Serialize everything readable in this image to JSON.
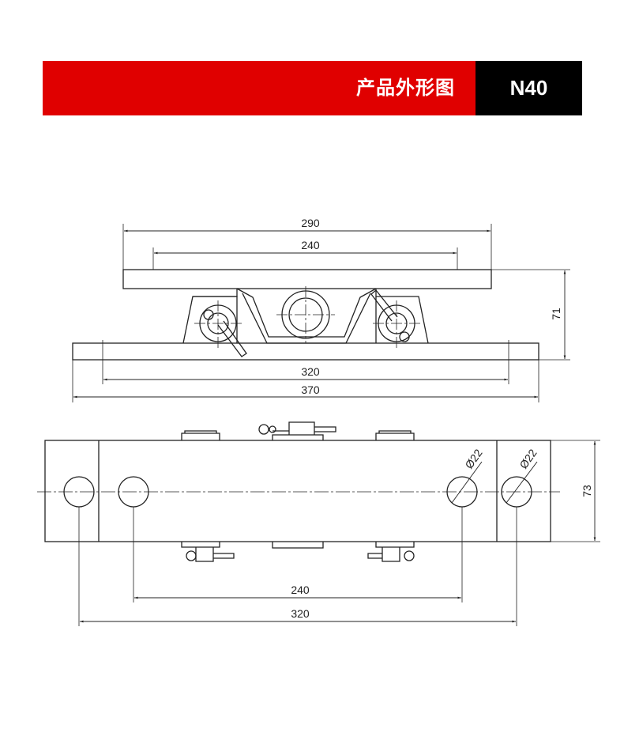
{
  "header": {
    "title": "产品外形图",
    "model": "N40"
  },
  "side_view": {
    "dim_top_plate": "290",
    "dim_top_holes": "240",
    "dim_height": "71",
    "dim_base_holes": "320",
    "dim_base_length": "370"
  },
  "top_view": {
    "dim_height": "73",
    "dim_hole_inner": "240",
    "dim_hole_outer": "320",
    "dia_label_1": "Ø22",
    "dia_label_2": "Ø22"
  },
  "colors": {
    "header_red": "#e00000",
    "header_black": "#000000",
    "line": "#222222"
  }
}
